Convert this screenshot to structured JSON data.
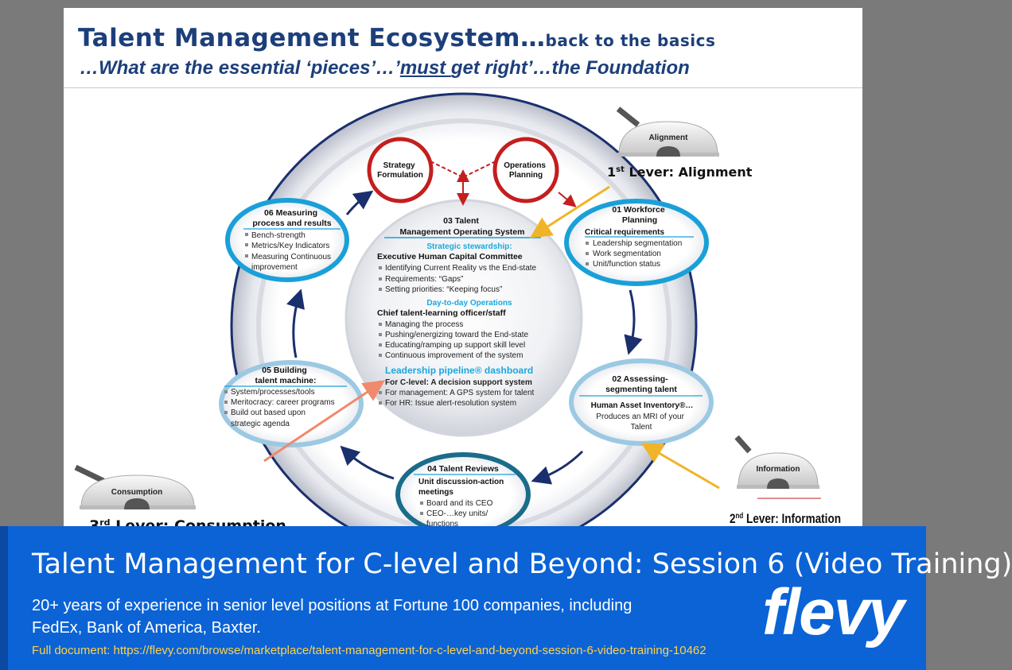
{
  "slide": {
    "title_main": "Talent Management Ecosystem…",
    "title_tail": "back to the basics",
    "subtitle_a": "…What are the essential ‘pieces’…’",
    "subtitle_u": "must ",
    "subtitle_b": "get right’…the Foundation"
  },
  "top_nodes": {
    "strategy": [
      "Strategy",
      "Formulation"
    ],
    "operations": [
      "Operations",
      "Planning"
    ]
  },
  "center": {
    "title": [
      "03 Talent",
      "Management Operating System"
    ],
    "s1_title": "Strategic stewardship:",
    "s1_sub": "Executive Human Capital Committee",
    "s1_items": [
      "Identifying Current Reality vs the End-state",
      "Requirements: “Gaps”",
      "Setting priorities: “Keeping focus”"
    ],
    "s2_title": "Day-to-day Operations",
    "s2_sub": "Chief talent-learning officer/staff",
    "s2_items": [
      "Managing the process",
      "Pushing/energizing toward the End-state",
      "Educating/ramping up support skill level",
      "Continuous improvement of the system"
    ],
    "s3_title": "Leadership pipeline® dashboard",
    "s3_items": [
      "For C-level: A decision support system",
      "For management: A GPS system for talent",
      "For HR: Issue alert-resolution system"
    ]
  },
  "nodes": {
    "n01": {
      "title": [
        "01 Workforce",
        "Planning"
      ],
      "sub": "Critical requirements",
      "items": [
        "Leadership segmentation",
        "Work segmentation",
        "Unit/function status"
      ]
    },
    "n02": {
      "title": [
        "02 Assessing-",
        "segmenting talent"
      ],
      "sub": "Human Asset Inventory®…",
      "body": [
        "Produces an MRI of your",
        "Talent"
      ]
    },
    "n04": {
      "title": "04 Talent Reviews",
      "sub": [
        "Unit discussion-action",
        "meetings"
      ],
      "items": [
        "Board and its CEO",
        "CEO-…key units/",
        "functions"
      ]
    },
    "n05": {
      "title": [
        "05 Building",
        "talent machine:"
      ],
      "items": [
        "System/processes/tools",
        "Meritocracy: career programs",
        "Build out based upon",
        "strategic agenda"
      ]
    },
    "n06": {
      "title": [
        "06 Measuring",
        "process and results"
      ],
      "items": [
        "Bench-strength",
        "Metrics/Key Indicators",
        "Measuring Continuous",
        "improvement"
      ]
    }
  },
  "levers": {
    "alignment_dial": "Alignment",
    "alignment_label_pre": "1",
    "alignment_label_sup": "st",
    "alignment_label_post": " Lever: Alignment",
    "information_dial": "Information",
    "information_label_pre": "2",
    "information_label_sup": "nd",
    "information_label_post": " Lever: Information",
    "consumption_dial": "Consumption",
    "consumption_label_pre": "3",
    "consumption_label_sup": "rd",
    "consumption_label_post": " Lever: Consumption"
  },
  "footer": {
    "title": "Talent Management for C-level and Beyond: Session 6 (Video Training)",
    "desc_line1": "20+ years of experience in senior level positions at Fortune 100 companies, including",
    "desc_line2": "FedEx, Bank of America, Baxter.",
    "link": "Full document: https://flevy.com/browse/marketplace/talent-management-for-c-level-and-beyond-session-6-video-training-10462",
    "logo": "flevy"
  },
  "colors": {
    "title_blue": "#1c3f7a",
    "node_ring": "#1aa0d8",
    "top_ring": "#c41e1e",
    "arrow_navy": "#1a2f6e",
    "lever_arrow": "#f0b428",
    "pipeline_blue": "#19a7e0",
    "footer_bg": "#0b63d6"
  }
}
